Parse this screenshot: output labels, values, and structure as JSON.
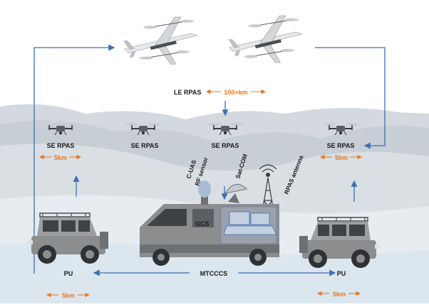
{
  "labels": {
    "le_rpas": "LE RPAS",
    "range_le": "100+km",
    "se_rpas_1": "SE RPAS",
    "se_rpas_2": "SE RPAS",
    "se_rpas_3": "SE RPAS",
    "se_rpas_4": "SE RPAS",
    "range_se_left": "5km",
    "range_se_right": "5km",
    "c_uas": "C-UAS",
    "rf_sensor": "RF sensor",
    "sat_com": "Sat-COM",
    "rpas_antenna": "RPAS antenna",
    "gcs": "GCS",
    "pu_left": "PU",
    "pu_right": "PU",
    "mtcccs": "MTCCCS",
    "range_pu_left": "5km",
    "range_pu_right": "5km"
  },
  "colors": {
    "arrow": "#3c6fb5",
    "range": "#e8771f",
    "ground": "#e2ebf0",
    "hills": "#c9d1d8",
    "vehicle": "#8b8d8f"
  },
  "icons": [
    "fixed-wing-vtol-drone-icon",
    "quadcopter-icon",
    "jeep-icon",
    "van-icon",
    "satellite-dish-icon",
    "radar-dome-icon",
    "radio-tower-icon",
    "laptop-icon"
  ]
}
